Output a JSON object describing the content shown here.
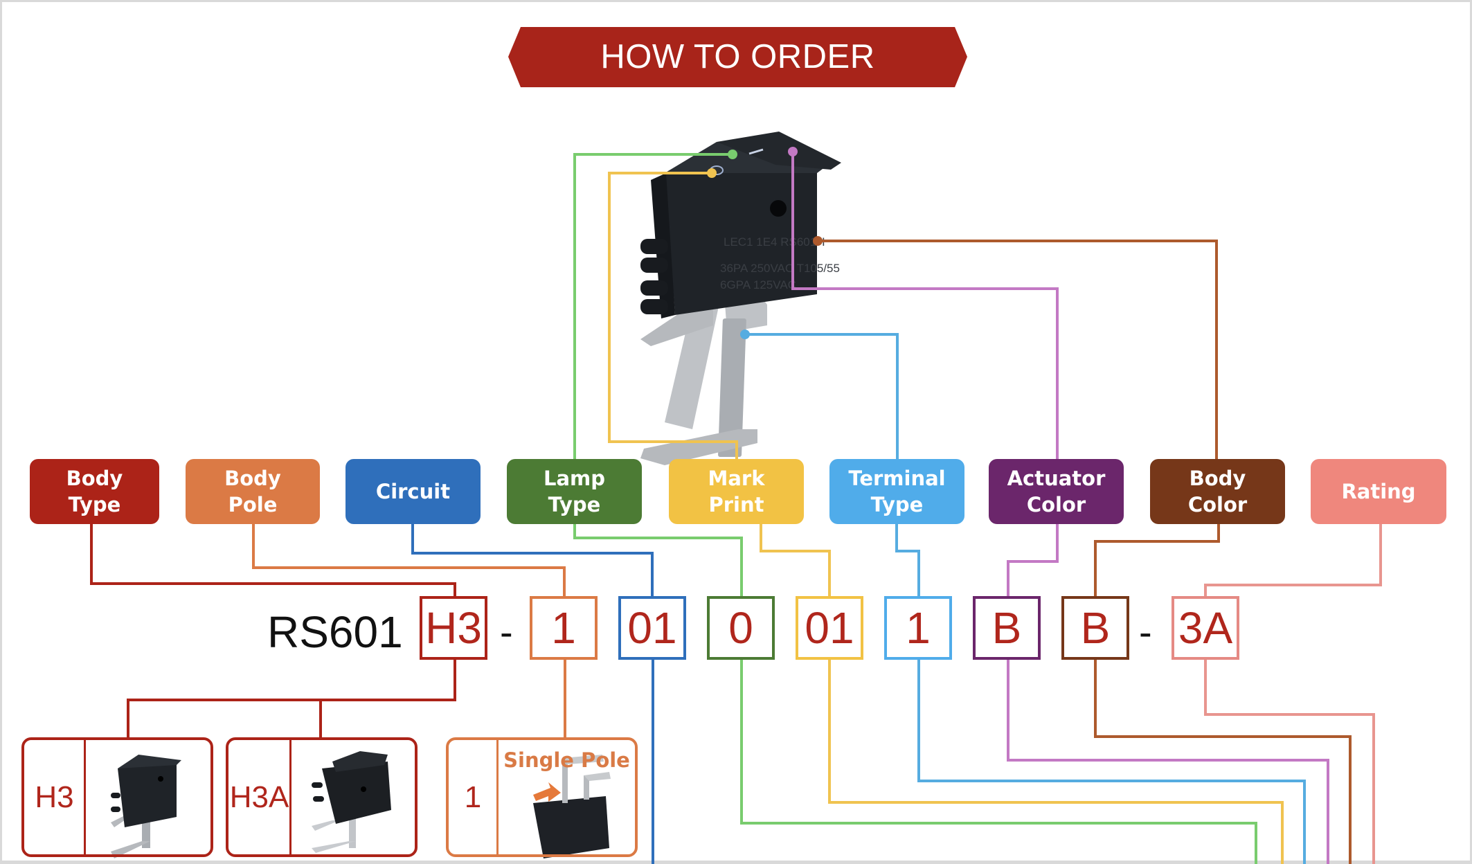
{
  "banner": {
    "title": "HOW TO ORDER",
    "color": "#a8241a"
  },
  "product_image": {
    "alt": "rocker-switch-photo"
  },
  "categories": [
    {
      "label": "Body\nType",
      "color": "#ac2318"
    },
    {
      "label": "Body\nPole",
      "color": "#db7a45"
    },
    {
      "label": "Circuit",
      "color": "#2f6fbb"
    },
    {
      "label": "Lamp\nType",
      "color": "#4c7b34"
    },
    {
      "label": "Mark\nPrint",
      "color": "#f2c244"
    },
    {
      "label": "Terminal\nType",
      "color": "#50acea"
    },
    {
      "label": "Actuator\nColor",
      "color": "#6b266b"
    },
    {
      "label": "Body\nColor",
      "color": "#763719"
    },
    {
      "label": "Rating",
      "color": "#ef877d"
    }
  ],
  "part_number": {
    "prefix": "RS601",
    "separator": "-",
    "segments": [
      {
        "value": "H3",
        "border": "#ac2318"
      },
      {
        "value": "1",
        "border": "#db7a45"
      },
      {
        "value": "01",
        "border": "#2f6fbb"
      },
      {
        "value": "0",
        "border": "#4c7b34"
      },
      {
        "value": "01",
        "border": "#f2c244"
      },
      {
        "value": "1",
        "border": "#50acea"
      },
      {
        "value": "B",
        "border": "#6b266b"
      },
      {
        "value": "B",
        "border": "#763719"
      },
      {
        "value": "3A",
        "border": "#e58a84"
      }
    ]
  },
  "options": {
    "body_type": [
      {
        "code": "H3"
      },
      {
        "code": "H3A"
      }
    ],
    "body_pole": [
      {
        "code": "1",
        "title": "Single Pole"
      }
    ]
  }
}
